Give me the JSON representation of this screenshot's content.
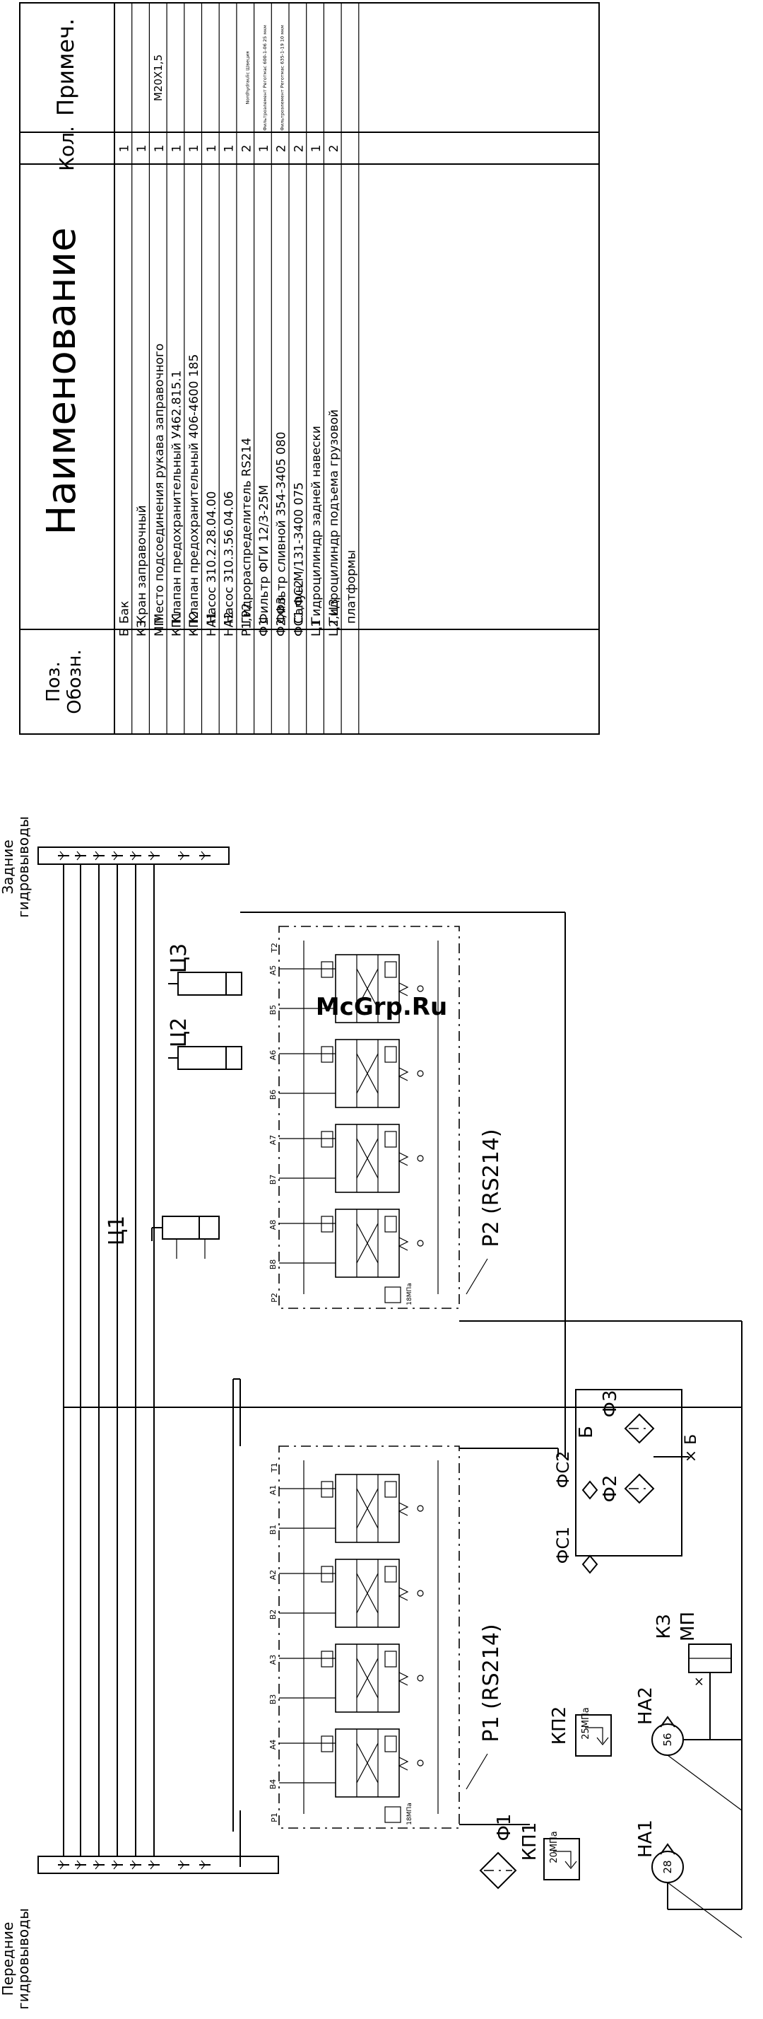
{
  "parts_table": {
    "headers": {
      "position": "Поз. Обозн.",
      "name": "Наименование",
      "qty": "Кол.",
      "note": "Примеч."
    },
    "rows": [
      {
        "pos": "Б",
        "name": "Бак",
        "qty": "1",
        "note": ""
      },
      {
        "pos": "КЗ",
        "name": "Кран заправочный",
        "qty": "1",
        "note": ""
      },
      {
        "pos": "МП",
        "name": "Место подсоединения рукава заправочного",
        "qty": "1",
        "note": "М20Х1,5"
      },
      {
        "pos": "КП1",
        "name": "Клапан предохранительный У462.815.1",
        "qty": "1",
        "note": ""
      },
      {
        "pos": "КП2",
        "name": "Клапан предохранительный 406-4600 185",
        "qty": "1",
        "note": ""
      },
      {
        "pos": "НА1",
        "name": "Насос 310.2.28.04.00",
        "qty": "1",
        "note": ""
      },
      {
        "pos": "НА2",
        "name": "Насос 310.3.56.04.06",
        "qty": "1",
        "note": ""
      },
      {
        "pos": "Р1,Р2",
        "name": "Гидрораспределитель RS214",
        "qty": "2",
        "note": "Nordhydraulic Швеция"
      },
      {
        "pos": "Ф1",
        "name": "Фильтр ФГИ 12/3-25М",
        "qty": "1",
        "note": "Фильтроэлемент Реготмас 600-1-06 25 мкм"
      },
      {
        "pos": "Ф2,Ф3",
        "name": "Фильтр сливной 354-3405 080",
        "qty": "2",
        "note": "Фильтроэлемент Реготмас 635-1-19 10 мкм"
      },
      {
        "pos": "ФС1,ФС2",
        "name": "Сапун М/131-3400 075",
        "qty": "2",
        "note": ""
      },
      {
        "pos": "Ц1",
        "name": "Гидроцилиндр задней навески",
        "qty": "1",
        "note": ""
      },
      {
        "pos": "Ц2,Ц3",
        "name": "Гидроцилиндр подъема грузовой",
        "qty": "2",
        "note": ""
      },
      {
        "pos": "",
        "name": "платформы",
        "qty": "",
        "note": ""
      }
    ]
  },
  "diagram": {
    "rear_outlets": "Задние гидровыводы",
    "front_outlets": "Передние гидровыводы",
    "valve_p1": "Р1 (RS214)",
    "valve_p2": "Р2 (RS214)",
    "cyl_c1": "Ц1",
    "cyl_c2": "Ц2",
    "cyl_c3": "Ц3",
    "filter_f1": "Ф1",
    "filter_f2": "Ф2",
    "filter_f3": "Ф3",
    "breather_fc1": "ФС1",
    "breather_fc2": "ФС2",
    "tank": "Б",
    "tank_drain": "Б",
    "relief_kp1": "КП1",
    "relief_kp2": "КП2",
    "relief_kp1_setting": "20МПа",
    "relief_kp2_setting": "25МПа",
    "pump_ha1": "НА1",
    "pump_ha2": "НА2",
    "pump_ha1_disp": "28",
    "pump_ha2_disp": "56",
    "filler_valve": "КЗ",
    "filler_point": "МП",
    "valve_relief_mark": "18МПа",
    "ports_p1": [
      "A1",
      "B1",
      "A2",
      "B2",
      "A3",
      "B3",
      "A4",
      "B4",
      "T1",
      "P1",
      "T1"
    ],
    "ports_p2": [
      "A5",
      "B5",
      "A6",
      "B6",
      "A7",
      "B7",
      "A8",
      "B8",
      "T2",
      "P2",
      "T2"
    ]
  },
  "watermark": "McGrp.Ru"
}
